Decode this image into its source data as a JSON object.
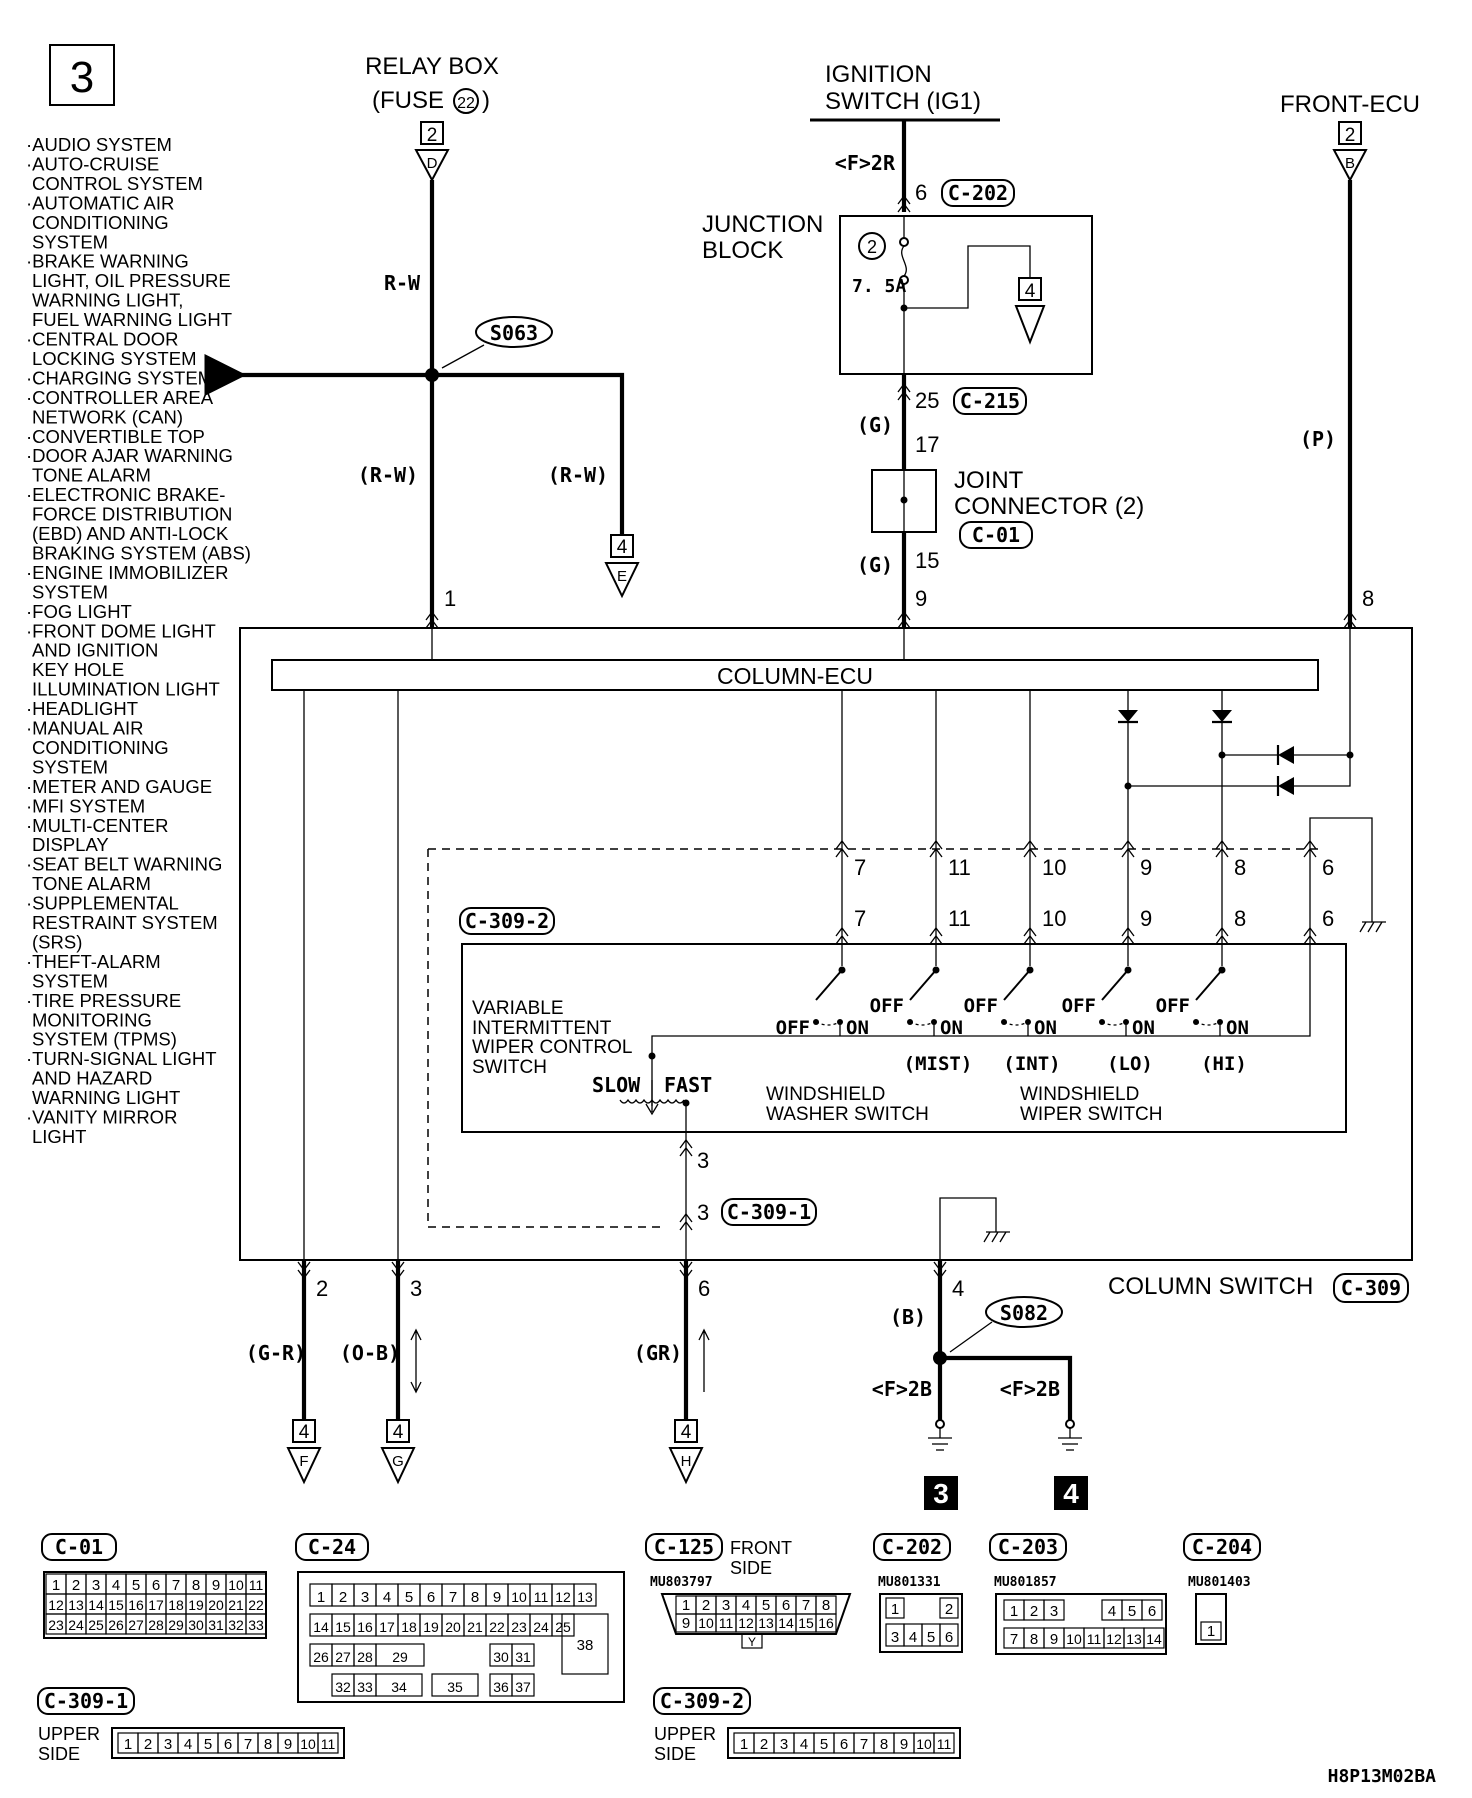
{
  "page_number": "3",
  "image_code": "H8P13M02BA",
  "systems": [
    "·AUDIO SYSTEM",
    "·AUTO-CRUISE",
    "CONTROL SYSTEM",
    "·AUTOMATIC AIR",
    "CONDITIONING",
    "SYSTEM",
    "·BRAKE WARNING",
    "LIGHT, OIL PRESSURE",
    "WARNING LIGHT,",
    "FUEL WARNING LIGHT",
    "·CENTRAL DOOR",
    "LOCKING SYSTEM",
    "·CHARGING SYSTEM",
    "·CONTROLLER AREA",
    "NETWORK (CAN)",
    "·CONVERTIBLE TOP",
    "·DOOR AJAR WARNING",
    "TONE ALARM",
    "·ELECTRONIC BRAKE-",
    "FORCE DISTRIBUTION",
    "(EBD) AND ANTI-LOCK",
    "BRAKING SYSTEM (ABS)",
    "·ENGINE IMMOBILIZER",
    "SYSTEM",
    "·FOG LIGHT",
    "·FRONT DOME LIGHT",
    "AND IGNITION",
    "KEY HOLE",
    "ILLUMINATION LIGHT",
    "·HEADLIGHT",
    "·MANUAL AIR",
    "CONDITIONING",
    "SYSTEM",
    "·METER AND GAUGE",
    "·MFI SYSTEM",
    "·MULTI-CENTER",
    "DISPLAY",
    "·SEAT BELT WARNING",
    "TONE ALARM",
    "·SUPPLEMENTAL",
    "RESTRAINT SYSTEM",
    "(SRS)",
    "·THEFT-ALARM",
    "SYSTEM",
    "·TIRE PRESSURE",
    "MONITORING",
    "SYSTEM (TPMS)",
    "·TURN-SIGNAL LIGHT",
    "AND HAZARD",
    "WARNING LIGHT",
    "·VANITY MIRROR",
    "LIGHT"
  ],
  "sources": {
    "relay_box": "RELAY BOX",
    "relay_fuse_prefix": "(FUSE",
    "relay_fuse_num": "22",
    "relay_fuse_suffix": ")",
    "ignition_1": "IGNITION",
    "ignition_2": "SWITCH (IG1)",
    "front_ecu": "FRONT-ECU",
    "ref_2": "2",
    "ref_D": "D",
    "ref_B": "B",
    "f2r": "<F>2R"
  },
  "junction": {
    "label_1": "JUNCTION",
    "label_2": "BLOCK",
    "fuse_num": "2",
    "fuse_amp": "7. 5A",
    "conn_c202": "C-202",
    "pin6": "6",
    "ref_4": "4",
    "pin25": "25",
    "conn_c215": "C-215"
  },
  "joint": {
    "label_1": "JOINT",
    "label_2": "CONNECTOR (2)",
    "conn": "C-01",
    "pin17": "17",
    "pin15": "15"
  },
  "wires": {
    "rw": "R-W",
    "rw_left": "(R-W)",
    "rw_right": "(R-W)",
    "g_top": "(G)",
    "g_bot": "(G)",
    "p": "(P)",
    "splice_s063": "S063",
    "splice_s082": "S082",
    "gr_red": "(G-R)",
    "ob": "(O-B)",
    "gr": "(GR)",
    "b": "(B)",
    "f2b_1": "<F>2B",
    "f2b_2": "<F>2B"
  },
  "offpage": {
    "e_num": "4",
    "e_letter": "E",
    "f_num": "4",
    "f_letter": "F",
    "g_num": "4",
    "g_letter": "G",
    "h_num": "4",
    "h_letter": "H"
  },
  "column_switch": {
    "ecu_label": "COLUMN-ECU",
    "switch_label": "COLUMN SWITCH",
    "conn_c309": "C-309",
    "conn_c309_2": "C-309-2",
    "conn_c309_1": "C-309-1",
    "pin_top_1": "1",
    "pin_top_9": "9",
    "pin_top_8": "8",
    "pins_row1": [
      "7",
      "11",
      "10",
      "9",
      "8",
      "6"
    ],
    "pins_row2": [
      "7",
      "11",
      "10",
      "9",
      "8",
      "6"
    ],
    "pin3a": "3",
    "pin3b": "3",
    "pin_bot_2": "2",
    "pin_bot_3": "3",
    "pin_bot_6": "6",
    "pin_bot_4": "4",
    "vic_1": "VARIABLE",
    "vic_2": "INTERMITTENT",
    "vic_3": "WIPER CONTROL",
    "vic_4": "SWITCH",
    "slow": "SLOW",
    "fast": "FAST",
    "washer_1": "WINDSHIELD",
    "washer_2": "WASHER SWITCH",
    "wiper_1": "WINDSHIELD",
    "wiper_2": "WIPER SWITCH",
    "off": "OFF",
    "on": "ON",
    "mist": "(MIST)",
    "int": "(INT)",
    "lo": "(LO)",
    "hi": "(HI)"
  },
  "grounds": {
    "g3": "3",
    "g4": "4"
  },
  "connectors": {
    "c01": {
      "name": "C-01",
      "row1": [
        "1",
        "2",
        "3",
        "4",
        "5",
        "6",
        "7",
        "8",
        "9",
        "10",
        "11"
      ],
      "row2": [
        "12",
        "13",
        "14",
        "15",
        "16",
        "17",
        "18",
        "19",
        "20",
        "21",
        "22"
      ],
      "row3": [
        "23",
        "24",
        "25",
        "26",
        "27",
        "28",
        "29",
        "30",
        "31",
        "32",
        "33"
      ]
    },
    "c24": {
      "name": "C-24",
      "row1": [
        "1",
        "2",
        "3",
        "4",
        "5",
        "6",
        "7",
        "8",
        "9",
        "10",
        "11",
        "12",
        "13"
      ],
      "row2": [
        "14",
        "15",
        "16",
        "17",
        "18",
        "19",
        "20",
        "21",
        "22",
        "23",
        "24",
        "25"
      ],
      "row3a": [
        "26",
        "27",
        "28",
        "29"
      ],
      "row3b": [
        "30",
        "31"
      ],
      "big": "38",
      "row4": [
        "32",
        "33",
        "34",
        "35",
        "36",
        "37"
      ]
    },
    "c125": {
      "name": "C-125",
      "part": "MU803797",
      "side_1": "FRONT",
      "side_2": "SIDE",
      "row1": [
        "1",
        "2",
        "3",
        "4",
        "5",
        "6",
        "7",
        "8"
      ],
      "row2": [
        "9",
        "10",
        "11",
        "12",
        "13",
        "14",
        "15",
        "16"
      ],
      "key": "Y"
    },
    "c202": {
      "name": "C-202",
      "part": "MU801331",
      "row1": [
        "1",
        "2"
      ],
      "row2": [
        "3",
        "4",
        "5",
        "6"
      ]
    },
    "c203": {
      "name": "C-203",
      "part": "MU801857",
      "row1": [
        "1",
        "2",
        "3",
        "4",
        "5",
        "6"
      ],
      "row2": [
        "7",
        "8",
        "9",
        "10",
        "11",
        "12",
        "13",
        "14"
      ]
    },
    "c204": {
      "name": "C-204",
      "part": "MU801403",
      "pin": "1"
    },
    "c309_1": {
      "name": "C-309-1",
      "side_1": "UPPER",
      "side_2": "SIDE",
      "pins": [
        "1",
        "2",
        "3",
        "4",
        "5",
        "6",
        "7",
        "8",
        "9",
        "10",
        "11"
      ]
    },
    "c309_2": {
      "name": "C-309-2",
      "side_1": "UPPER",
      "side_2": "SIDE",
      "pins": [
        "1",
        "2",
        "3",
        "4",
        "5",
        "6",
        "7",
        "8",
        "9",
        "10",
        "11"
      ]
    }
  }
}
